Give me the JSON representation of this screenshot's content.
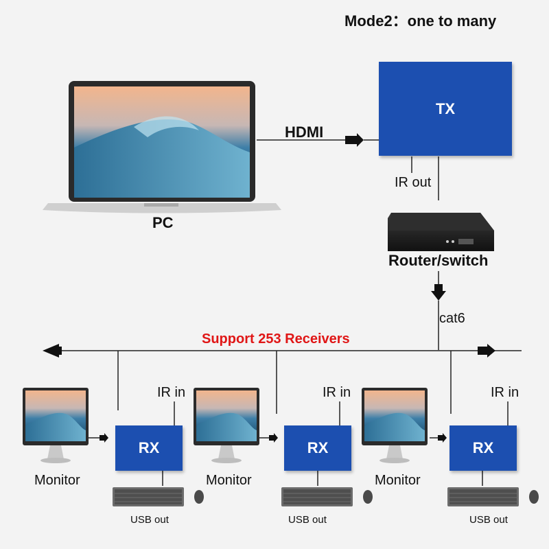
{
  "title": "Mode2：one to many",
  "pc_label": "PC",
  "hdmi_label": "HDMI",
  "tx_label": "TX",
  "ir_out_label": "IR out",
  "router_label": "Router/switch",
  "cat6_label": "cat6",
  "support_label": "Support 253 Receivers",
  "receivers": [
    {
      "rx_label": "RX",
      "ir_in_label": "IR in",
      "monitor_label": "Monitor",
      "usb_label": "USB out"
    },
    {
      "rx_label": "RX",
      "ir_in_label": "IR in",
      "monitor_label": "Monitor",
      "usb_label": "USB out"
    },
    {
      "rx_label": "RX",
      "ir_in_label": "IR in",
      "monitor_label": "Monitor",
      "usb_label": "USB out"
    }
  ],
  "colors": {
    "box": "#1c4fb0",
    "highlight": "#e01616"
  }
}
